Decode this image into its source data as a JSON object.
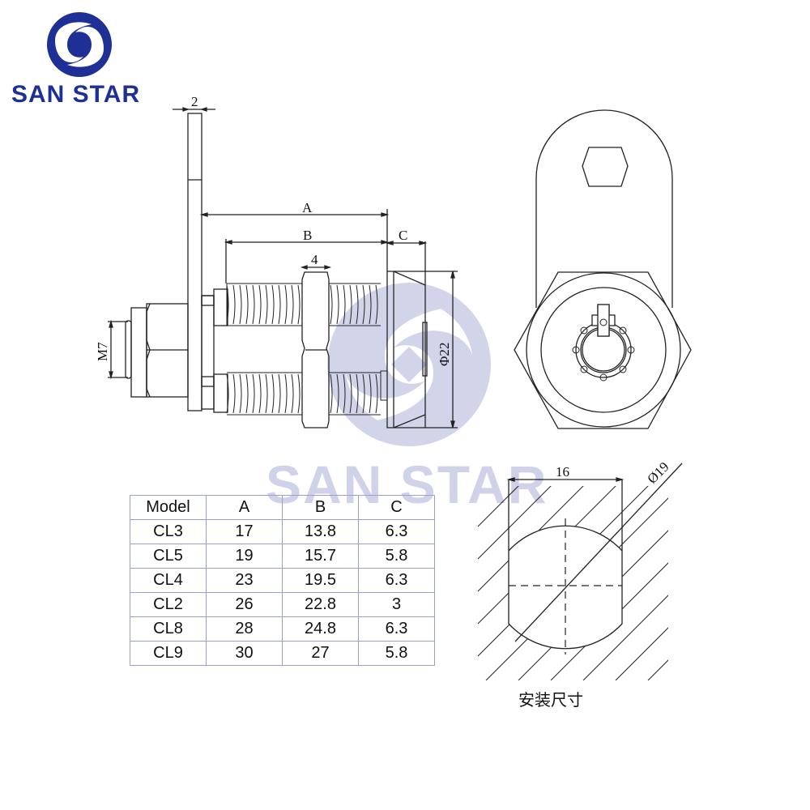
{
  "brand": {
    "name": "SAN STAR",
    "color": "#1e2f96",
    "watermark_color": "#c7cbe6",
    "logo_icon": "swirl-diamond-logo-icon"
  },
  "side_view": {
    "dimensions": {
      "tab_thickness": "2",
      "A": "A",
      "B": "B",
      "C": "C",
      "nut_width": "4",
      "thread": "M7",
      "head_diameter": "Φ22"
    }
  },
  "front_view": {
    "description": "cam lock front view with tongue and keyway"
  },
  "cutout": {
    "width": "16",
    "diameter": "Ø19",
    "caption": "安装尺寸"
  },
  "spec_table": {
    "headers": [
      "Model",
      "A",
      "B",
      "C"
    ],
    "rows": [
      [
        "CL3",
        "17",
        "13.8",
        "6.3"
      ],
      [
        "CL5",
        "19",
        "15.7",
        "5.8"
      ],
      [
        "CL4",
        "23",
        "19.5",
        "6.3"
      ],
      [
        "CL2",
        "26",
        "22.8",
        "3"
      ],
      [
        "CL8",
        "28",
        "24.8",
        "6.3"
      ],
      [
        "CL9",
        "30",
        "27",
        "5.8"
      ]
    ],
    "border_color": "#9aa0c8"
  }
}
